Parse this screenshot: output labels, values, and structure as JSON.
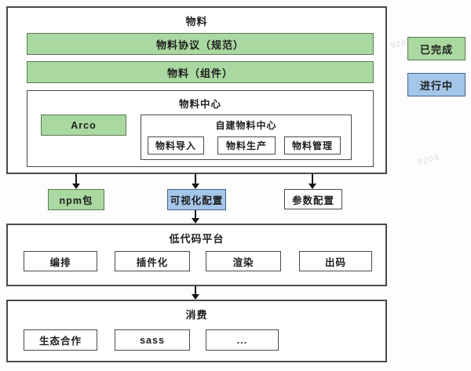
{
  "watermark": {
    "text": "9204"
  },
  "legend": {
    "done": {
      "label": "已完成"
    },
    "in_progress": {
      "label": "进行中"
    }
  },
  "material": {
    "title": "物料",
    "protocol": "物料协议（规范）",
    "component": "物料（组件）",
    "center": {
      "title": "物料中心",
      "arco": "Arco",
      "self_built": {
        "title": "自建物料中心",
        "import": "物料导入",
        "produce": "物料生产",
        "manage": "物料管理"
      }
    }
  },
  "bridges": {
    "npm": "npm包",
    "visual_config": "可视化配置",
    "param_config": "参数配置"
  },
  "lowcode": {
    "title": "低代码平台",
    "orchestrate": "编排",
    "plugin": "插件化",
    "render": "渲染",
    "codegen": "出码"
  },
  "consume": {
    "title": "消费",
    "ecosystem": "生态合作",
    "sass": "sass",
    "more": "..."
  },
  "colors": {
    "done_green": "#a9d8a0",
    "in_progress_blue": "#a4c6e9",
    "border_dark": "#4a4a4a"
  }
}
